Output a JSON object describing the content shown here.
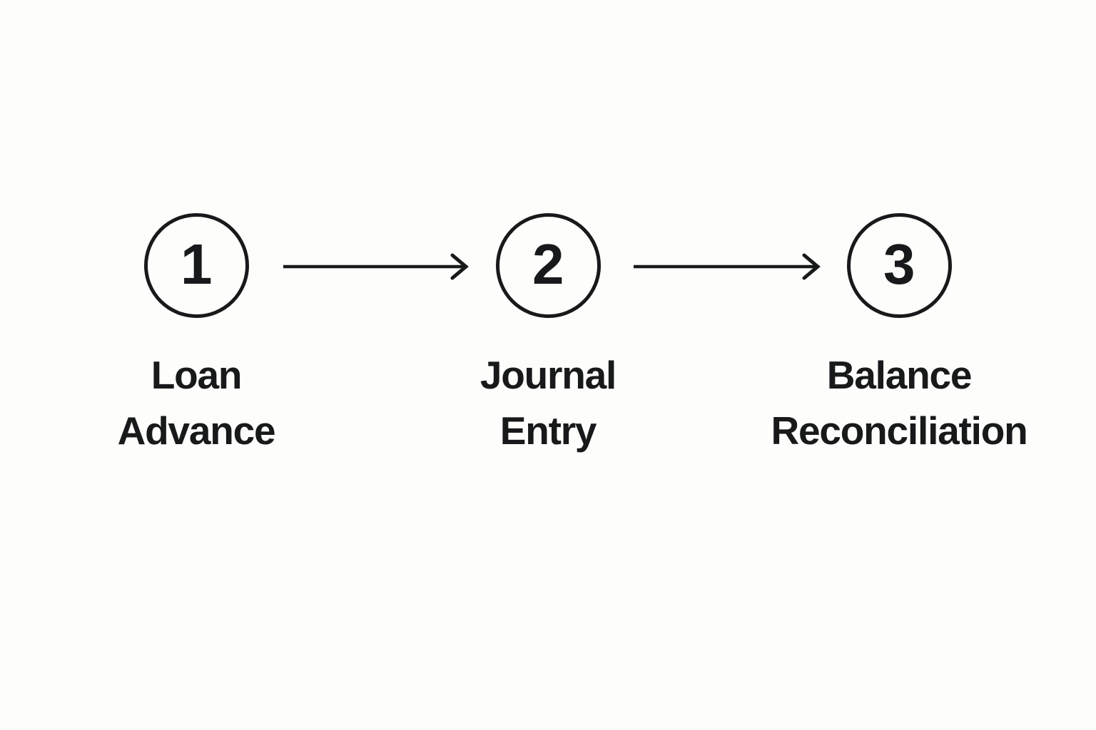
{
  "diagram": {
    "type": "horizontal-process-flow",
    "background_color": "#fdfdfc",
    "stroke_color": "#17191a",
    "steps": [
      {
        "number": "1",
        "label_lines": [
          "Loan",
          "Advance"
        ],
        "label_full": "Loan Advance"
      },
      {
        "number": "2",
        "label_lines": [
          "Journal",
          "Entry"
        ],
        "label_full": "Journal Entry"
      },
      {
        "number": "3",
        "label_lines": [
          "Balance",
          "Reconciliation"
        ],
        "label_full": "Balance Reconciliation"
      }
    ],
    "connectors": [
      {
        "from": "1",
        "to": "2",
        "style": "arrow-right"
      },
      {
        "from": "2",
        "to": "3",
        "style": "arrow-right"
      }
    ]
  }
}
